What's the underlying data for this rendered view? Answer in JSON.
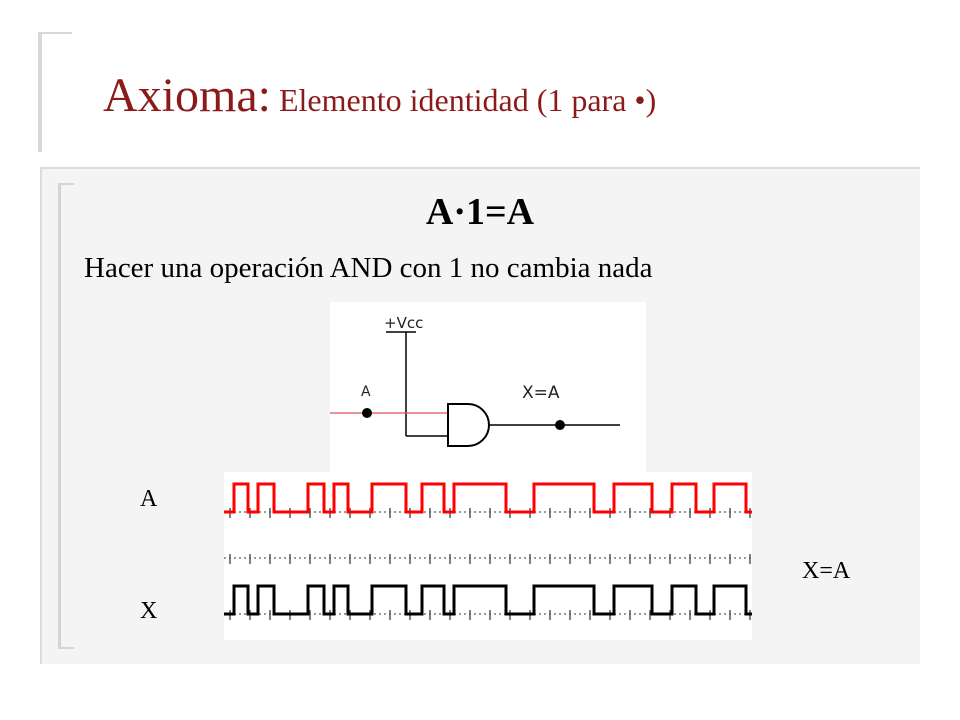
{
  "slide": {
    "title_main": "Axioma:",
    "title_sub": "Elemento identidad (1 para •)",
    "equation": "A·1=A",
    "description": "Hacer una operación AND con 1 no cambia nada"
  },
  "circuit": {
    "vcc_label": "+Vcc",
    "input_label": "A",
    "output_label": "X=A"
  },
  "waveforms": {
    "label_a": "A",
    "label_x": "X",
    "label_result": "X=A",
    "a_color": "#ff0000",
    "x_color": "#000000"
  },
  "colors": {
    "title": "#8b1a1a",
    "panel": "#f4f4f4"
  }
}
